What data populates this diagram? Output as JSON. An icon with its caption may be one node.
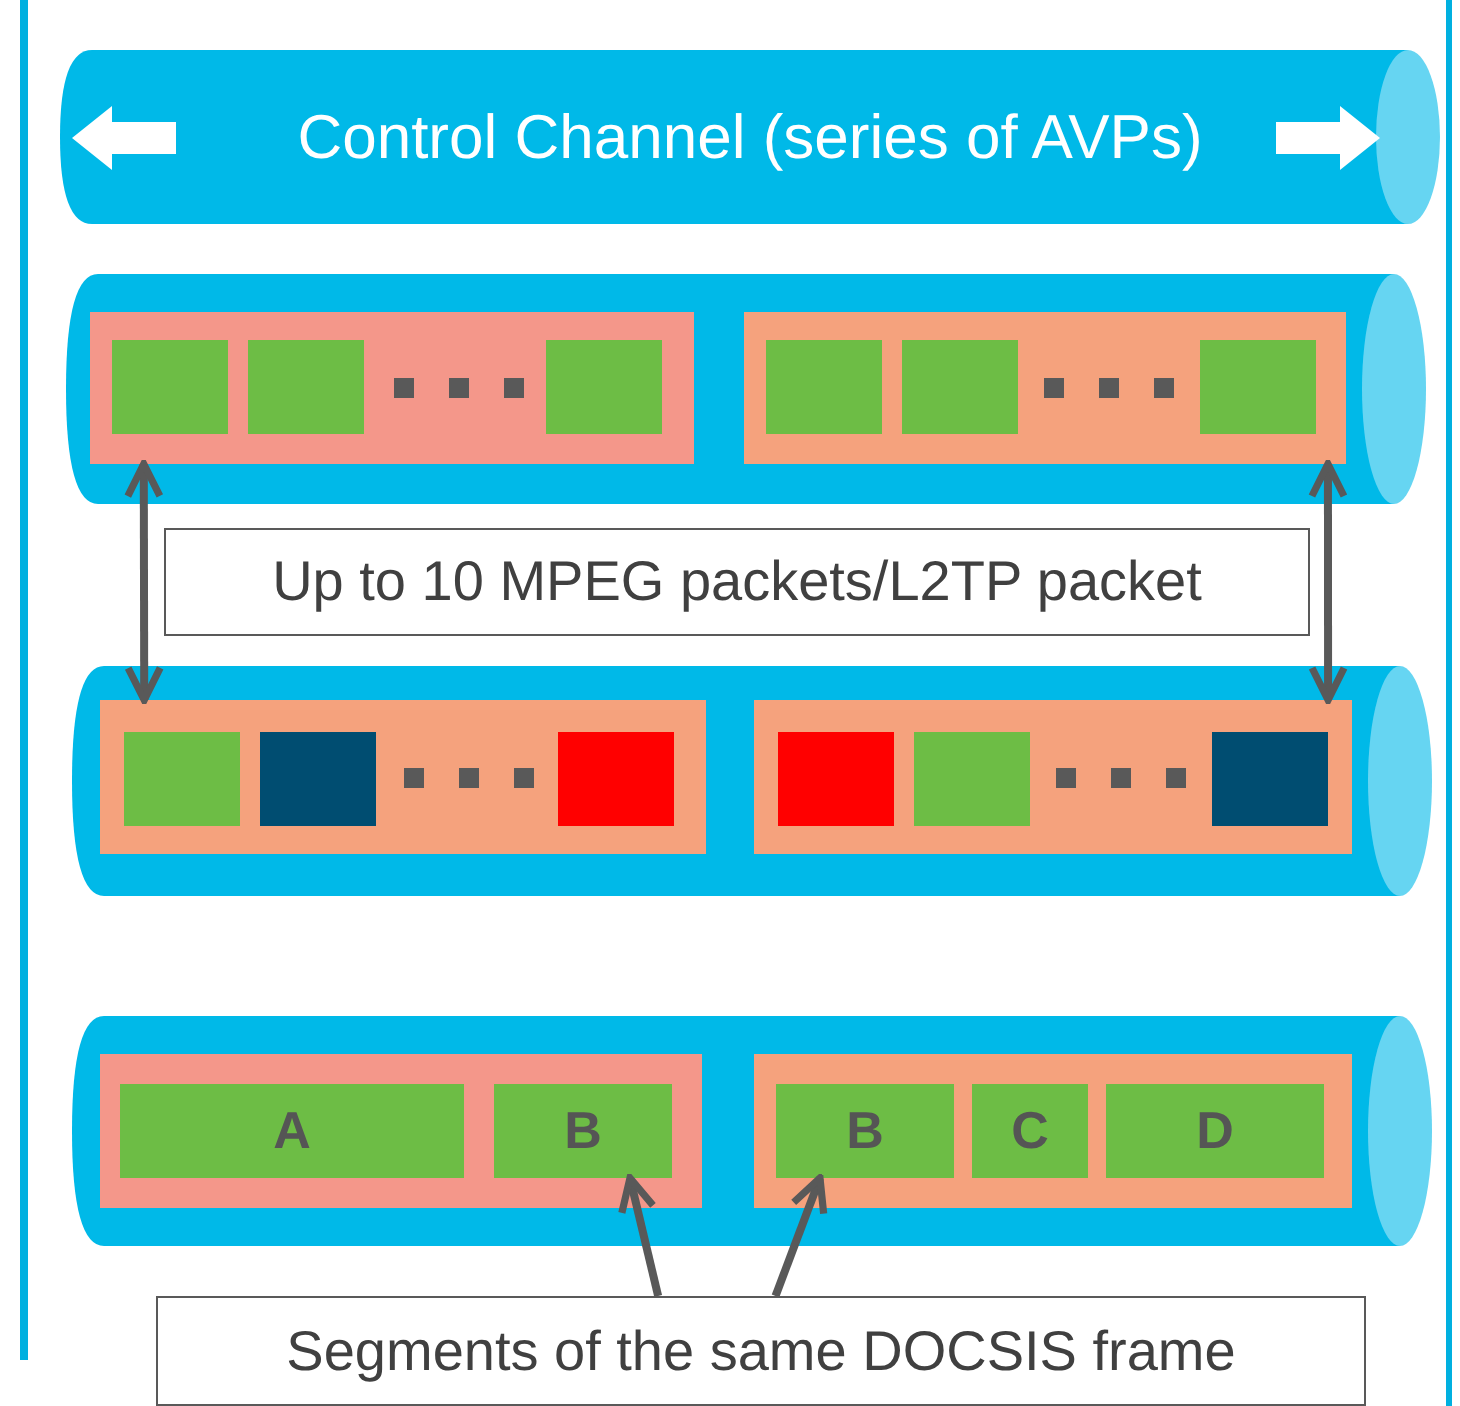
{
  "diagram": {
    "nodes": [
      {
        "text": [
          "Control Channel (series of AVPs)"
        ]
      },
      {
        "text": [],
        "shape": "cylinder"
      },
      {
        "text": [],
        "shape": "box",
        "in": 1
      },
      {
        "text": [],
        "shape": "box",
        "in": 2
      },
      {
        "text": [],
        "shape": "box",
        "in": 2
      },
      {
        "text": [],
        "shape": "box",
        "in": 2
      },
      {
        "text": [],
        "shape": "box",
        "in": 1
      },
      {
        "text": [],
        "shape": "box",
        "in": 6
      },
      {
        "text": [],
        "shape": "box",
        "in": 6
      },
      {
        "text": [],
        "shape": "box",
        "in": 6
      },
      {
        "text": [
          "Up to 10 MPEG packets/L2TP packet"
        ]
      },
      {
        "text": [],
        "shape": "cylinder"
      },
      {
        "text": [],
        "shape": "box",
        "in": 11
      },
      {
        "text": [],
        "shape": "box",
        "in": 12
      },
      {
        "text": [],
        "shape": "box",
        "in": 12
      },
      {
        "text": [],
        "shape": "box",
        "in": 12
      },
      {
        "text": [],
        "shape": "box",
        "in": 11
      },
      {
        "text": [],
        "shape": "box",
        "in": 16
      },
      {
        "text": [],
        "shape": "box",
        "in": 16
      },
      {
        "text": [],
        "shape": "box",
        "in": 16
      },
      {
        "text": [],
        "shape": "cylinder"
      },
      {
        "text": [],
        "shape": "box",
        "in": 20
      },
      {
        "text": [
          "A"
        ],
        "in": 21
      },
      {
        "text": [
          "B"
        ],
        "in": 21
      },
      {
        "text": [],
        "shape": "box",
        "in": 20
      },
      {
        "text": [
          "B"
        ],
        "in": 24
      },
      {
        "text": [
          "C"
        ],
        "in": 24
      },
      {
        "text": [
          "D"
        ],
        "in": 24
      },
      {
        "text": [
          "Segments of the same DOCSIS frame"
        ]
      }
    ],
    "edges": [
      {
        "from": 2,
        "to": 12,
        "arrow": "both"
      },
      {
        "from": 6,
        "to": 16,
        "arrow": "both"
      },
      {
        "from": 28,
        "to": 23,
        "arrow": "to"
      },
      {
        "from": 28,
        "to": 25,
        "arrow": "to"
      }
    ]
  }
}
